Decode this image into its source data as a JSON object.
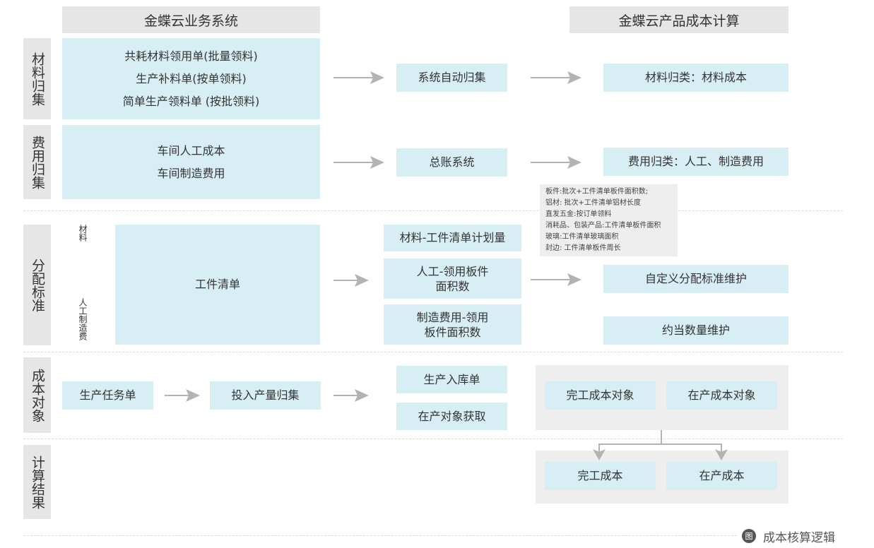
{
  "headers": {
    "left": "金蝶云业务系统",
    "right": "金蝶云产品成本计算"
  },
  "row_labels": {
    "material": "材料归集",
    "expense": "费用归集",
    "allocation": "分配标准",
    "cost_object": "成本对象",
    "result": "计算结果"
  },
  "material": {
    "sources": [
      "共耗材料领用单(批量领料)",
      "生产补料单(按单领料)",
      "简单生产领料单 (按批领料)"
    ],
    "middle": "系统自动归集",
    "target": "材料归类：材料成本"
  },
  "expense": {
    "sources": [
      "车间人工成本",
      "车间制造费用"
    ],
    "middle": "总账系统",
    "target": "费用归类：人工、制造费用"
  },
  "allocation": {
    "side_top": "材料",
    "side_bottom": "人工制造费",
    "source": "工件清单",
    "material_std": "材料-工件清单计划量",
    "labor_std": [
      "人工-领用板件",
      "面积数"
    ],
    "overhead_std": [
      "制造费用-领用",
      "板件面积数"
    ],
    "target_custom": "自定义分配标准维护",
    "target_equiv": "约当数量维护",
    "tooltip": [
      "板件:批次+工件清单板件面积数;",
      "铝材: 批次+工件清单铝材长度",
      "直发五金:按订单领料",
      "消耗品、包装产品:工件清单板件面积",
      "玻璃:工件清单玻璃面积",
      "封边: 工件清单板件周长"
    ]
  },
  "cost_object": {
    "task": "生产任务单",
    "input": "投入产量归集",
    "stock_in": "生产入库单",
    "wip_fetch": "在产对象获取",
    "finished_obj": "完工成本对象",
    "wip_obj": "在产成本对象"
  },
  "result": {
    "finished": "完工成本",
    "wip": "在产成本"
  },
  "caption": {
    "icon": "图",
    "text": "成本核算逻辑"
  },
  "colors": {
    "box_fill": "#d8eef5",
    "header_fill": "#e6e6e6",
    "panel_fill": "#eeeeee",
    "arrow": "#b3b3b3"
  }
}
